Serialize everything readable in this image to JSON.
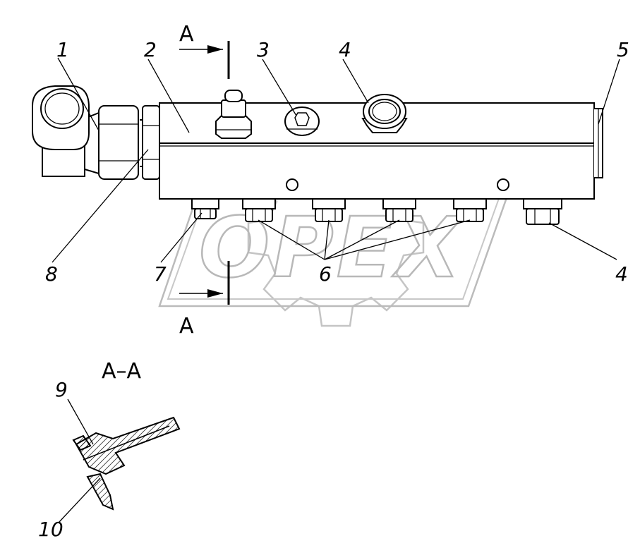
{
  "watermark": {
    "text": "OPEX"
  },
  "section_marks": {
    "top": "A",
    "bottom": "A",
    "view_title": "A–A"
  },
  "callouts": [
    "1",
    "2",
    "3",
    "4",
    "5",
    "6",
    "7",
    "8",
    "4",
    "9",
    "10"
  ]
}
